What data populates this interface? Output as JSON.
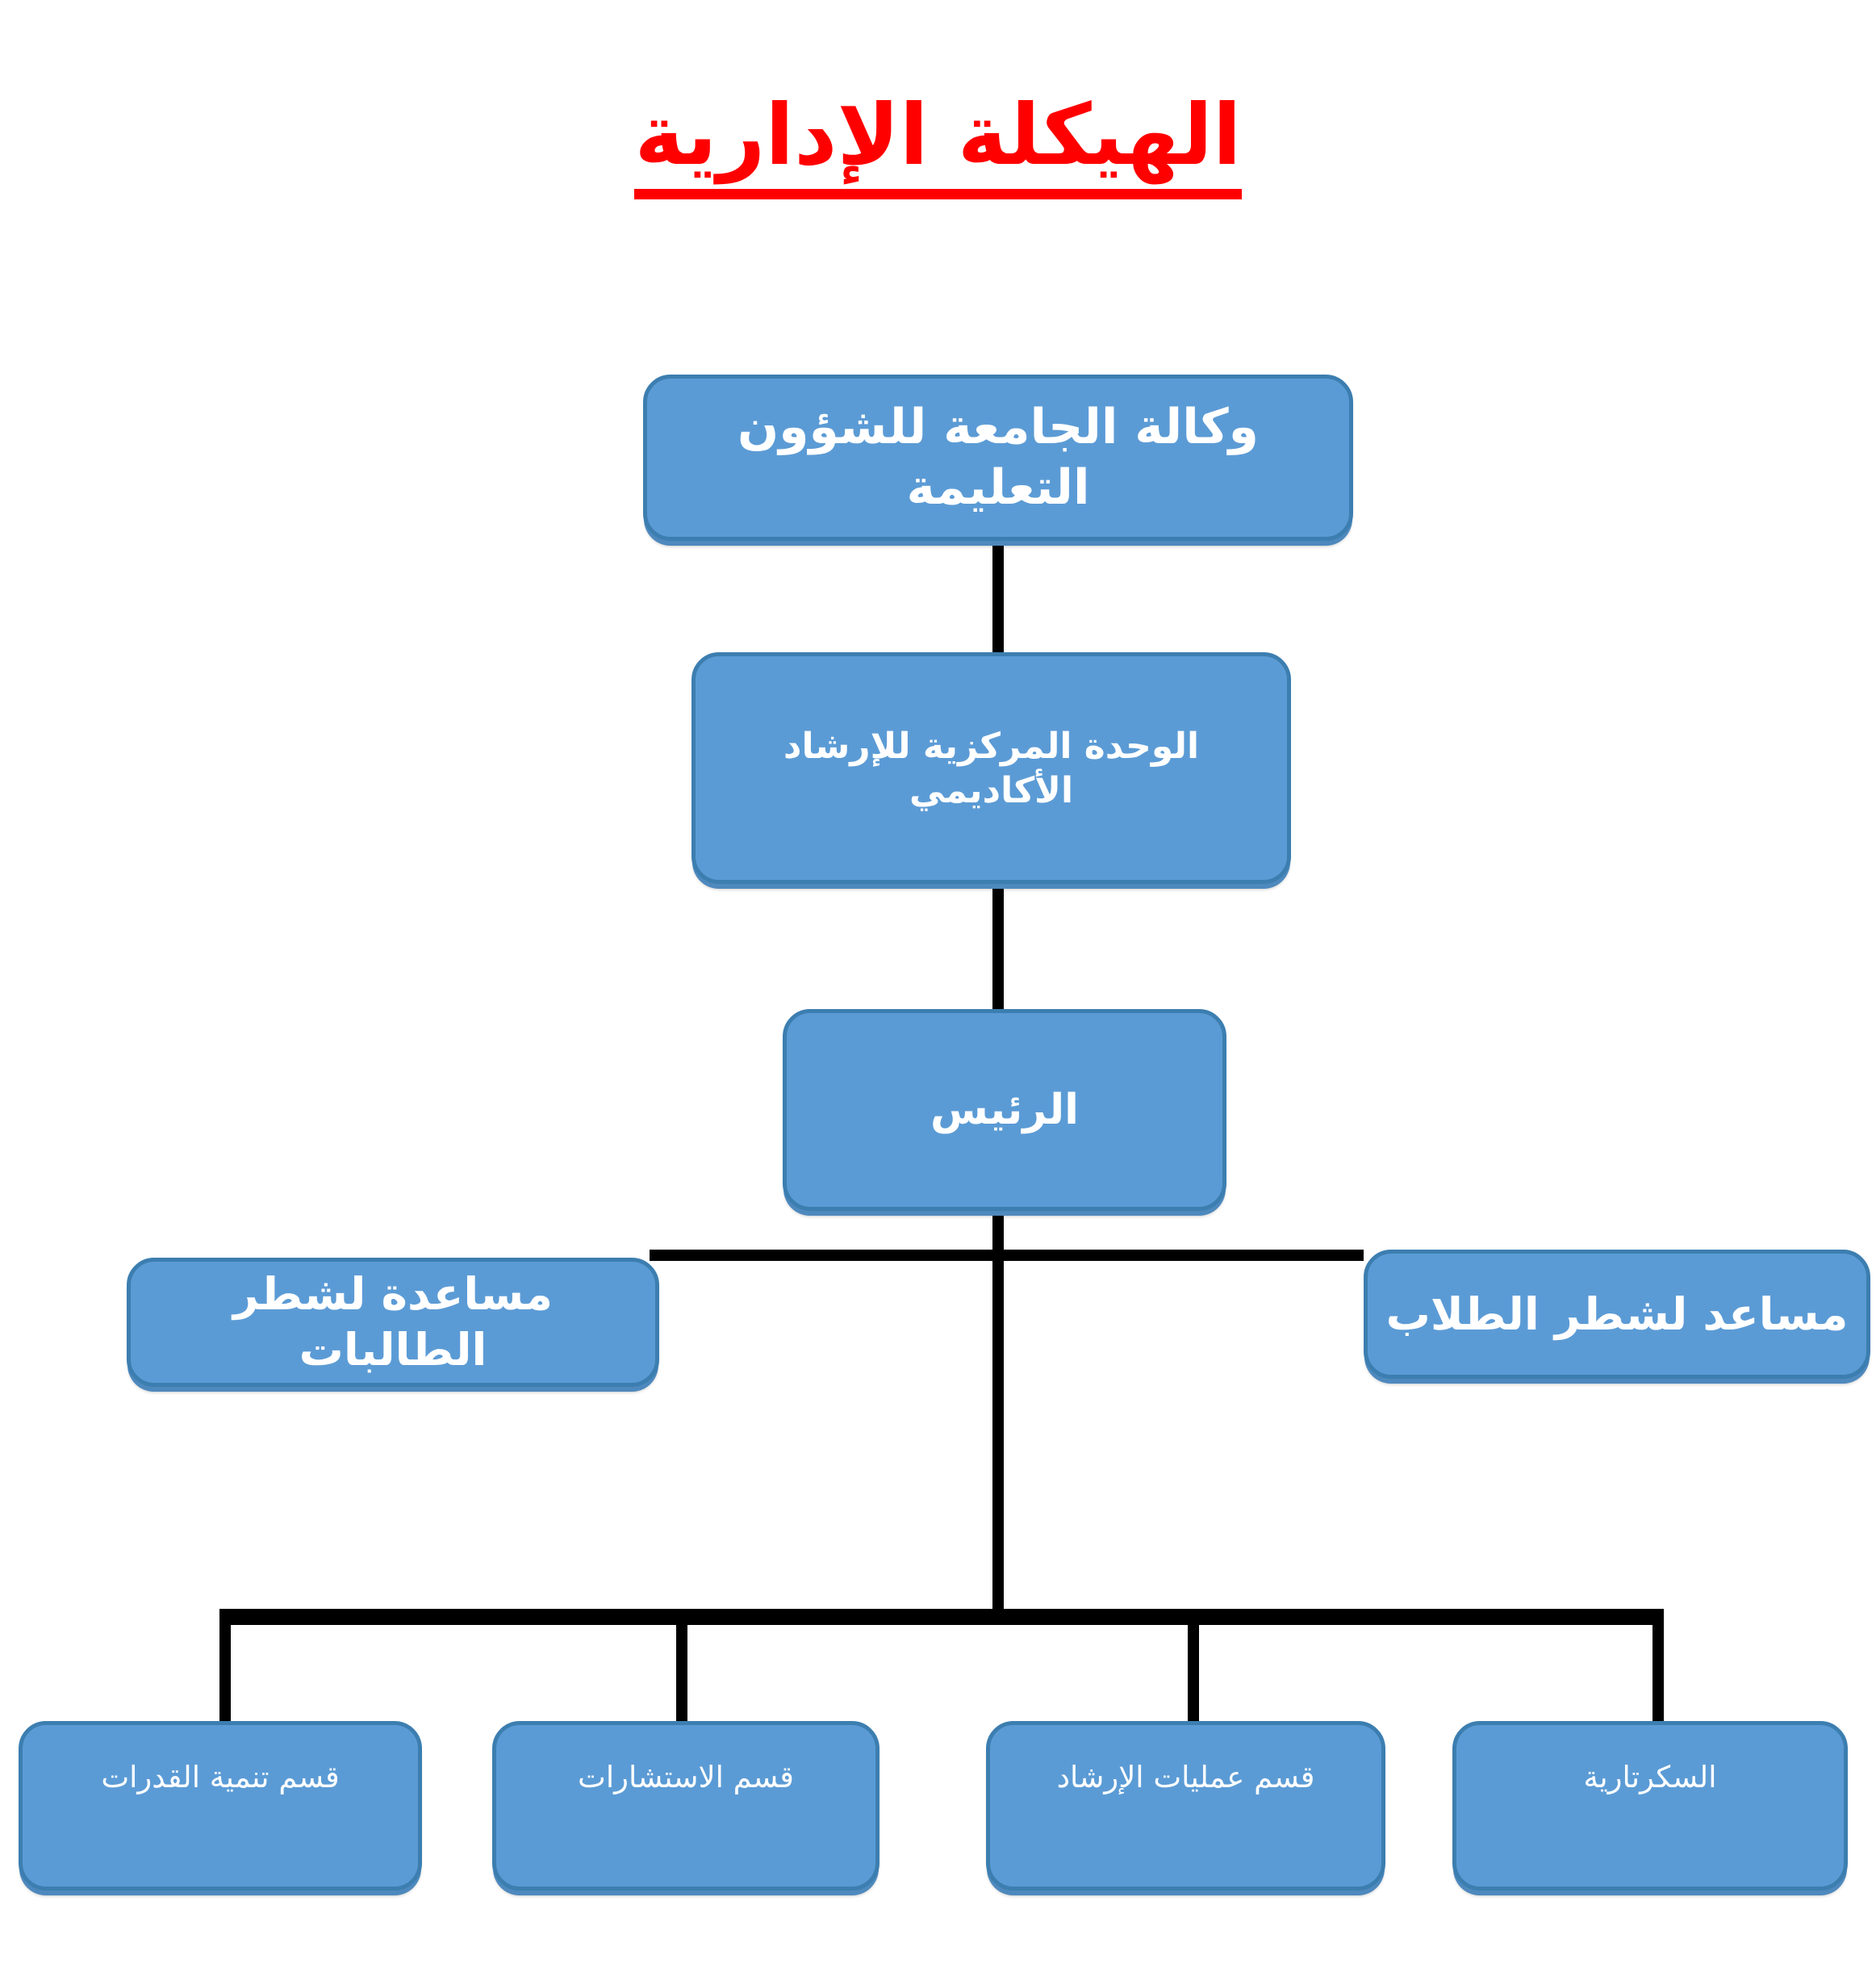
{
  "page": {
    "title": "الهيكلة الإدارية",
    "title_color": "#FF0000",
    "background_color": "#FFFFFF"
  },
  "theme": {
    "node_fill": "#5B9BD5",
    "node_border": "#3C7EB0",
    "node_text": "#FFFFFF",
    "connector_color": "#000000"
  },
  "chart_data": {
    "type": "diagram",
    "diagram_kind": "organizational-chart",
    "title": "الهيكلة الإدارية",
    "orientation": "top-down",
    "language": "ar",
    "nodes": [
      {
        "id": "n1",
        "label": "وكالة الجامعة للشؤون التعليمة",
        "level": 1,
        "parent": null
      },
      {
        "id": "n2",
        "label": "الوحدة المركزية للإرشاد الأكاديمي",
        "level": 2,
        "parent": "n1"
      },
      {
        "id": "n3",
        "label": "الرئيس",
        "level": 3,
        "parent": "n2"
      },
      {
        "id": "n4",
        "label": "مساعدة لشطر الطالبات",
        "level": 4,
        "parent": "n3"
      },
      {
        "id": "n5",
        "label": "مساعد لشطر الطلاب",
        "level": 4,
        "parent": "n3"
      },
      {
        "id": "n6",
        "label": "قسم تنمية القدرات",
        "level": 5,
        "parent": "n3"
      },
      {
        "id": "n7",
        "label": "قسم الاستشارات",
        "level": 5,
        "parent": "n3"
      },
      {
        "id": "n8",
        "label": "قسم عمليات الإرشاد",
        "level": 5,
        "parent": "n3"
      },
      {
        "id": "n9",
        "label": "السكرتارية",
        "level": 5,
        "parent": "n3"
      }
    ],
    "edges": [
      {
        "from": "n1",
        "to": "n2"
      },
      {
        "from": "n2",
        "to": "n3"
      },
      {
        "from": "n3",
        "to": "n4"
      },
      {
        "from": "n3",
        "to": "n5"
      },
      {
        "from": "n3",
        "to": "n6"
      },
      {
        "from": "n3",
        "to": "n7"
      },
      {
        "from": "n3",
        "to": "n8"
      },
      {
        "from": "n3",
        "to": "n9"
      }
    ]
  },
  "nodes": {
    "agency": {
      "label": "وكالة الجامعة للشؤون التعليمة"
    },
    "central_unit": {
      "label": "الوحدة المركزية للإرشاد الأكاديمي"
    },
    "head": {
      "label": "الرئيس"
    },
    "assistant_female": {
      "label": "مساعدة لشطر الطالبات"
    },
    "assistant_male": {
      "label": "مساعد لشطر الطلاب"
    },
    "dept_capacity": {
      "label": "قسم تنمية القدرات"
    },
    "dept_consultations": {
      "label": "قسم الاستشارات"
    },
    "dept_guidance_ops": {
      "label": "قسم عمليات الإرشاد"
    },
    "secretariat": {
      "label": "السكرتارية"
    }
  }
}
